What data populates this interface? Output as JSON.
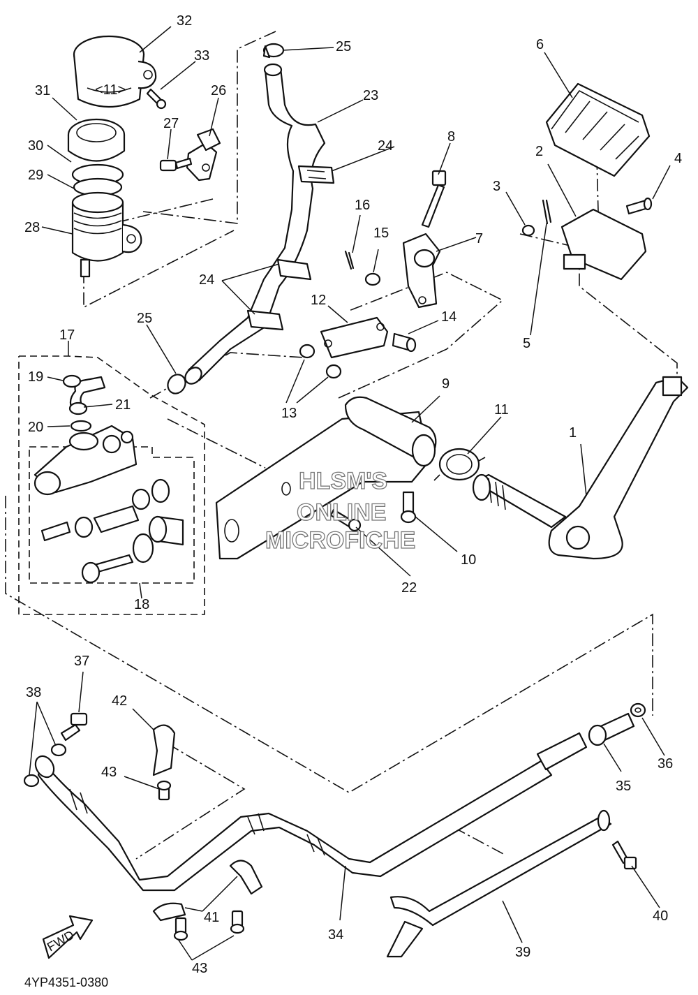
{
  "diagram": {
    "callouts": [
      {
        "n": "1"
      },
      {
        "n": "2"
      },
      {
        "n": "3"
      },
      {
        "n": "4"
      },
      {
        "n": "5"
      },
      {
        "n": "6"
      },
      {
        "n": "7"
      },
      {
        "n": "8"
      },
      {
        "n": "9"
      },
      {
        "n": "10"
      },
      {
        "n": "11"
      },
      {
        "n": "12"
      },
      {
        "n": "13"
      },
      {
        "n": "14"
      },
      {
        "n": "15"
      },
      {
        "n": "16"
      },
      {
        "n": "17"
      },
      {
        "n": "18"
      },
      {
        "n": "19"
      },
      {
        "n": "20"
      },
      {
        "n": "21"
      },
      {
        "n": "22"
      },
      {
        "n": "23"
      },
      {
        "n": "24"
      },
      {
        "n": "24"
      },
      {
        "n": "25"
      },
      {
        "n": "25"
      },
      {
        "n": "26"
      },
      {
        "n": "27"
      },
      {
        "n": "28"
      },
      {
        "n": "29"
      },
      {
        "n": "30"
      },
      {
        "n": "31"
      },
      {
        "n": "32"
      },
      {
        "n": "33"
      },
      {
        "n": "34"
      },
      {
        "n": "35"
      },
      {
        "n": "36"
      },
      {
        "n": "37"
      },
      {
        "n": "38"
      },
      {
        "n": "39"
      },
      {
        "n": "40"
      },
      {
        "n": "41"
      },
      {
        "n": "42"
      },
      {
        "n": "43"
      },
      {
        "n": "43"
      }
    ],
    "watermark": [
      "HLSM'S",
      "ONLINE",
      "MICROFICHE"
    ],
    "fwd_label": "FWD",
    "diagram_code": "4YP4351-0380"
  }
}
